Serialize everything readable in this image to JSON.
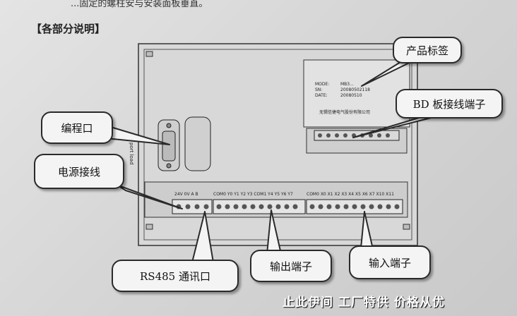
{
  "top_text": "...固定的螺柱安与安装面板垂直。",
  "heading": "【各部分说明】",
  "callouts": {
    "product_label": "产品标签",
    "bd_terminal": "BD 板接线端子",
    "prog_port": "编程口",
    "power_wiring": "电源接线",
    "rs485": "RS485 通讯口",
    "output_terminal": "输出端子",
    "input_terminal": "输入端子"
  },
  "nameplate": {
    "mode_label": "MODE:",
    "mode_value": "MB3...",
    "sn_label": "SN:",
    "sn_value": "20080502118",
    "date_label": "DATE:",
    "date_value": "20080510",
    "company": "无锡信捷电气股份有限公司"
  },
  "port_label": "port load",
  "terminals": {
    "power": "24V  0V   A    B",
    "output": "COM0  Y0   Y1   Y2   Y3  COM1  Y4   Y5   Y6   Y7",
    "input": "COM0  X0   X1   X2   X3   X4   X5   X6   X7  X10  X11"
  },
  "banner": "止此伊间  工厂特供  价格从优"
}
